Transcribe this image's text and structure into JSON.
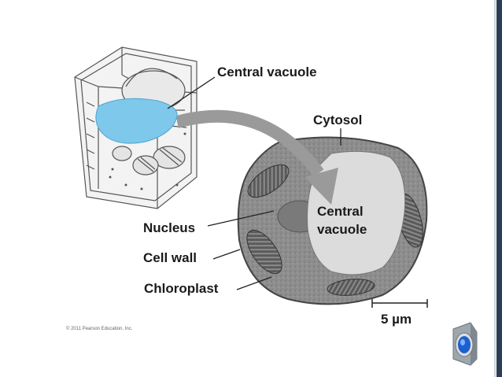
{
  "labels": {
    "central_vacuole_top": "Central vacuole",
    "cytosol": "Cytosol",
    "central_vacuole_line1": "Central",
    "central_vacuole_line2": "vacuole",
    "nucleus": "Nucleus",
    "cell_wall": "Cell wall",
    "chloroplast": "Chloroplast",
    "scale_bar": "5 µm"
  },
  "copyright": "© 2011 Pearson Education, Inc.",
  "icons": {
    "audio": "speaker-icon"
  },
  "colors": {
    "vacuole_blue": "#7ec8ec",
    "arrow_gray": "#9a9a9a",
    "micrograph_gray": "#8a8a8a",
    "edge_dark": "#2a3e55"
  }
}
